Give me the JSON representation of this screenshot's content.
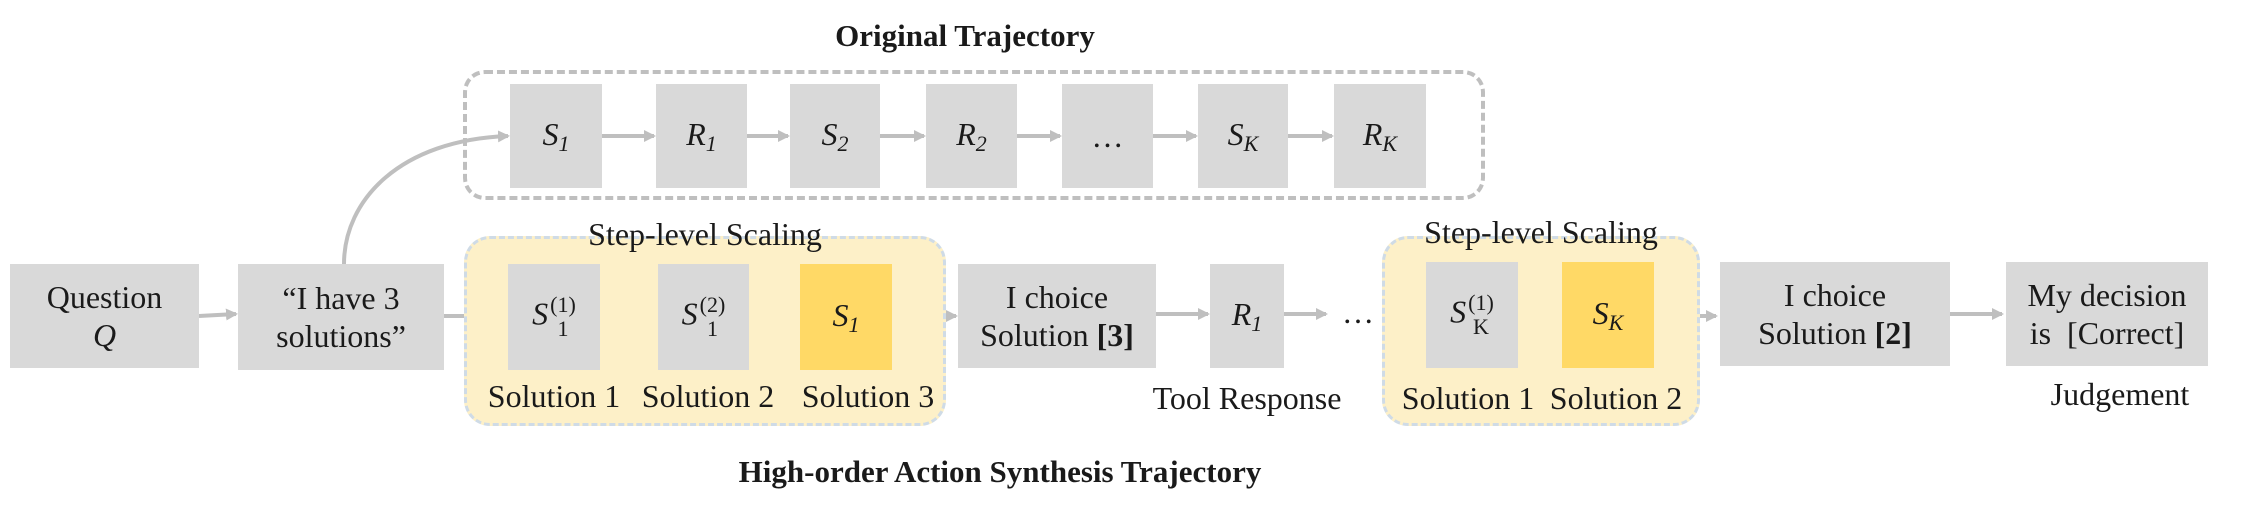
{
  "titles": {
    "original_trajectory": "Original Trajectory",
    "high_order": "High-order Action Synthesis Trajectory"
  },
  "panels": {
    "step_scaling_1": "Step-level Scaling",
    "step_scaling_2": "Step-level Scaling"
  },
  "original": {
    "nodes": [
      {
        "base": "S",
        "sub": "1"
      },
      {
        "base": "R",
        "sub": "1"
      },
      {
        "base": "S",
        "sub": "2"
      },
      {
        "base": "R",
        "sub": "2"
      },
      {
        "base": "…",
        "sub": ""
      },
      {
        "base": "S",
        "sub": "K"
      },
      {
        "base": "R",
        "sub": "K"
      }
    ]
  },
  "synthesis": {
    "question": {
      "line1": "Question",
      "line2": "Q"
    },
    "solutions_note": {
      "line1": "“I have 3",
      "line2": "solutions”"
    },
    "step1": [
      {
        "base": "S",
        "sub": "1",
        "sup": "(1)"
      },
      {
        "base": "S",
        "sub": "1",
        "sup": "(2)"
      },
      {
        "base": "S",
        "sub": "1",
        "sup": ""
      }
    ],
    "step1_labels": [
      "Solution 1",
      "Solution 2",
      "Solution 3"
    ],
    "choice1": {
      "line1": "I choice",
      "line2_prefix": "Solution ",
      "line2_bold": "[3]"
    },
    "tool": {
      "base": "R",
      "sub": "1"
    },
    "tool_label": "Tool Response",
    "ellipsis": "…",
    "step2": [
      {
        "base": "S",
        "sub": "K",
        "sup": "(1)"
      },
      {
        "base": "S",
        "sub": "K",
        "sup": ""
      }
    ],
    "step2_labels": [
      "Solution 1",
      "Solution 2"
    ],
    "choice2": {
      "line1": "I choice",
      "line2_prefix": "Solution ",
      "line2_bold": "[2]"
    },
    "decision": {
      "line1": "My decision",
      "line2": "is  [Correct]"
    },
    "decision_label": "Judgement"
  },
  "colors": {
    "node": "#d9d9d9",
    "highlight": "#ffd966",
    "panel": "#fdf0c8",
    "arrow": "#bfbfbf"
  }
}
